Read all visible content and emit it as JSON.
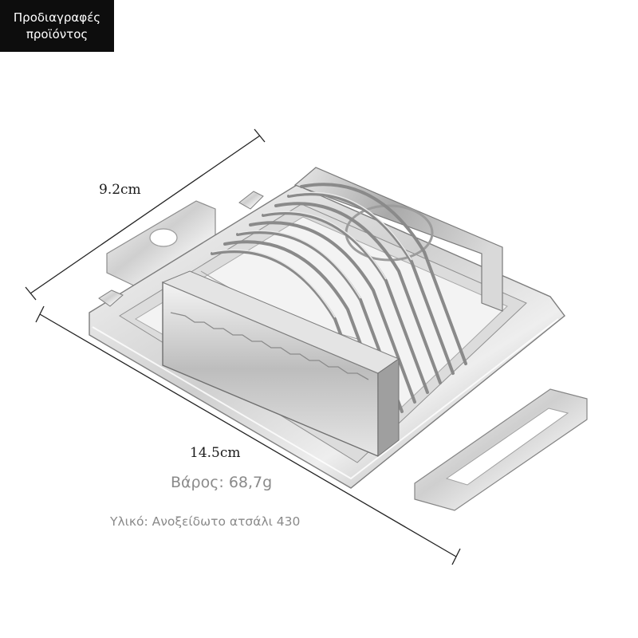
{
  "header": {
    "tag_line1": "Προδιαγραφές",
    "tag_line2": "προϊόντος"
  },
  "dimensions": {
    "width": "9.2cm",
    "length": "14.5cm"
  },
  "specs": {
    "weight": "Βάρος: 68,7g",
    "material": "Υλικό: Ανοξείδωτο ατσάλι 430"
  },
  "colors": {
    "tag_background": "#0d0d0d",
    "steel_light": "#f2f2f2",
    "steel_mid": "#c8c8c8",
    "steel_dark": "#7a7a7a",
    "spec_text": "#8a8a8a"
  },
  "image": {
    "subject": "egg-slicer-stainless-steel"
  }
}
